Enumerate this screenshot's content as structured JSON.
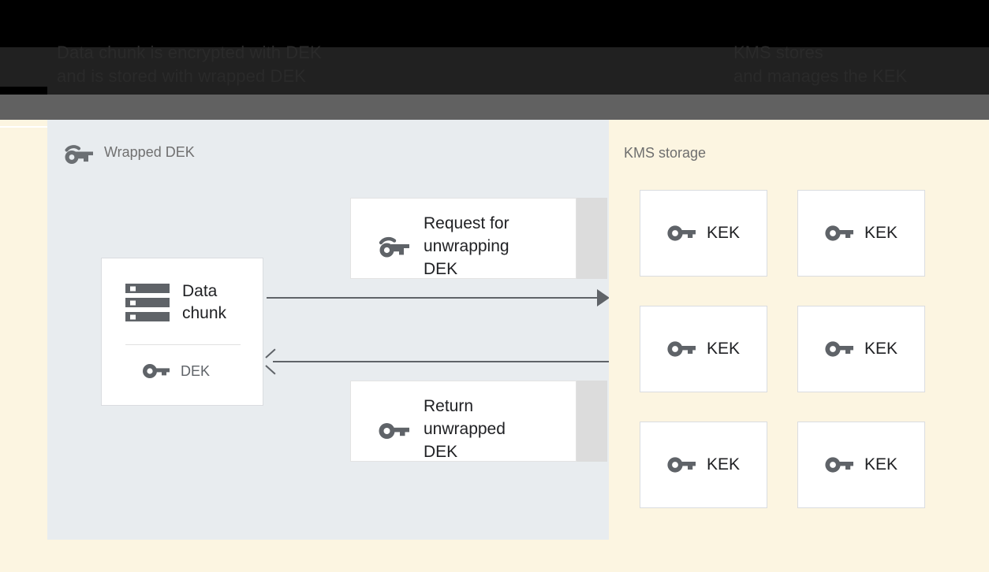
{
  "header": {
    "title_left": "Data chunk is encrypted with DEK\nand is stored with wrapped DEK",
    "title_right": "KMS stores\nand manages the KEK"
  },
  "left_panel": {
    "title": "Wrapped DEK",
    "title_icon": "key-wrapped-icon",
    "data_chunk_card": {
      "icon": "server-stack-icon",
      "label": "Data\nchunk",
      "key_icon": "key-icon",
      "key_label": "DEK"
    },
    "messages": [
      {
        "icon": "key-wrapped-icon",
        "text": "Request for\nunwrapping DEK",
        "direction": "right"
      },
      {
        "icon": "key-icon",
        "text": "Return\nunwrapped DEK",
        "direction": "left"
      }
    ],
    "arrows": [
      {
        "name": "request-arrow",
        "direction": "right"
      },
      {
        "name": "return-arrow",
        "direction": "left"
      }
    ]
  },
  "right_panel": {
    "title": "KMS storage",
    "keys": [
      {
        "icon": "key-icon",
        "label": "KEK"
      },
      {
        "icon": "key-icon",
        "label": "KEK"
      },
      {
        "icon": "key-icon",
        "label": "KEK"
      },
      {
        "icon": "key-icon",
        "label": "KEK"
      },
      {
        "icon": "key-icon",
        "label": "KEK"
      },
      {
        "icon": "key-icon",
        "label": "KEK"
      }
    ]
  },
  "colors": {
    "top_bar": "#000000",
    "title_band": "#212121",
    "grey_bar": "#616161",
    "left_panel_bg": "#E8ECEF",
    "right_panel_bg": "#FCF5E1",
    "card_bg": "#FFFFFF",
    "card_border": "#DADCE0",
    "icon_grey": "#5F6368",
    "text_dark": "#202124",
    "text_muted": "#707070",
    "shadow_grey": "#DCDCDC"
  }
}
